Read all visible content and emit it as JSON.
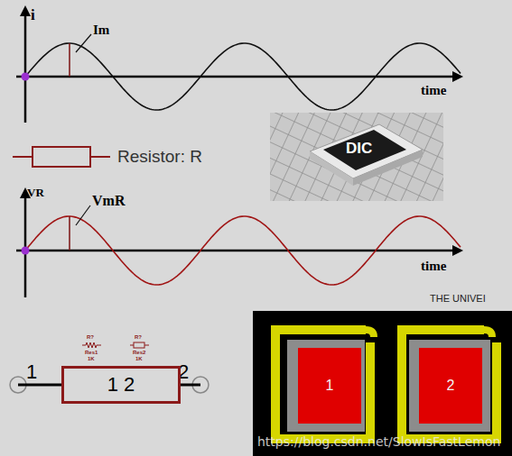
{
  "diagram": {
    "nodes": [
      {
        "text": [
          "1 2"
        ]
      },
      {
        "text": [
          "1"
        ]
      },
      {
        "text": [
          "2"
        ]
      }
    ],
    "labels": [
      "i",
      "Im",
      "time",
      "Resistor: R",
      "VR",
      "VmR",
      "time",
      "THE UNIVEI",
      "1",
      "2",
      "R?",
      "Res1",
      "1K",
      "R?",
      "Res2",
      "1K",
      "DIC",
      "https://blog.csdn.net/SlowIsFastLemon"
    ]
  }
}
